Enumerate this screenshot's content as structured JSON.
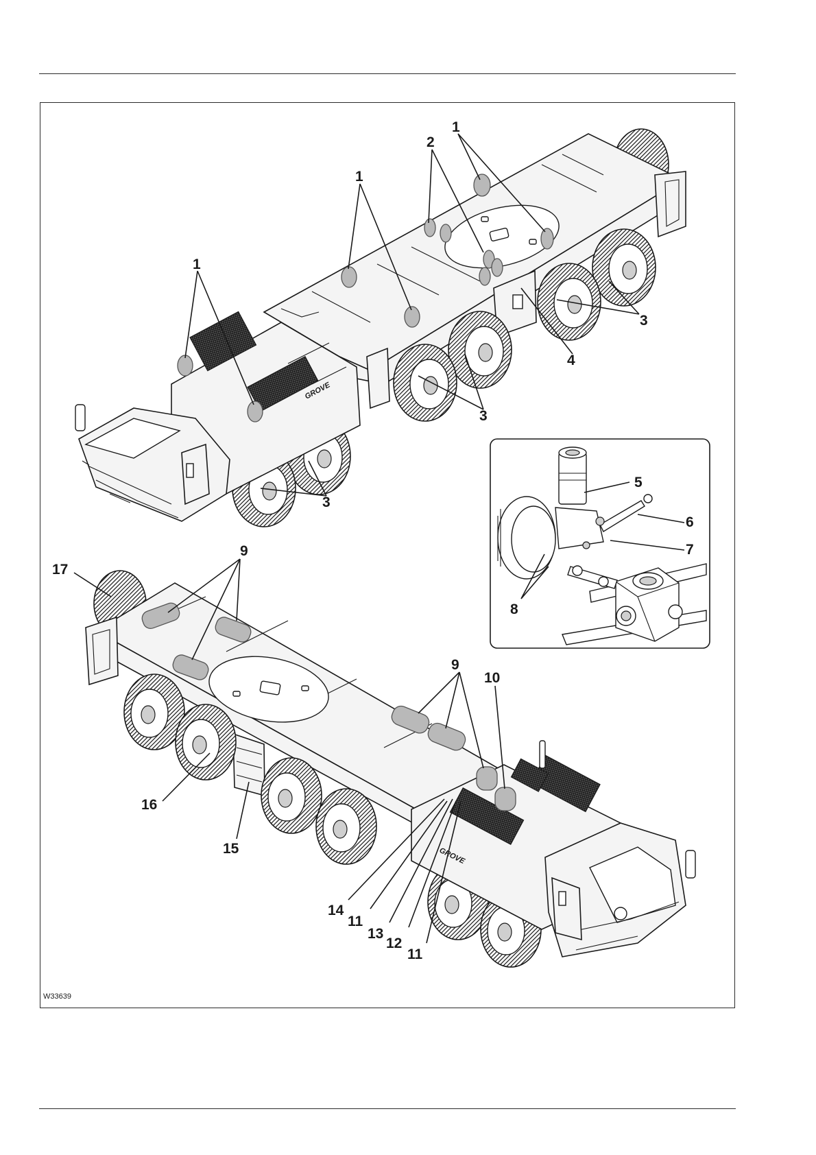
{
  "figure": {
    "code": "W33639",
    "brand_text": "GROVE"
  },
  "callouts": {
    "c1a": "1",
    "c1b": "1",
    "c1c": "1",
    "c2": "2",
    "c3a": "3",
    "c3b": "3",
    "c3c": "3",
    "c4": "4",
    "c5": "5",
    "c6": "6",
    "c7": "7",
    "c8": "8",
    "c9a": "9",
    "c9b": "9",
    "c10": "10",
    "c11a": "11",
    "c11b": "11",
    "c12": "12",
    "c13": "13",
    "c14": "14",
    "c15": "15",
    "c16": "16",
    "c17": "17"
  },
  "colors": {
    "line": "#1a1a1a",
    "grease_point": "#b9b9b9",
    "paper": "#ffffff"
  }
}
